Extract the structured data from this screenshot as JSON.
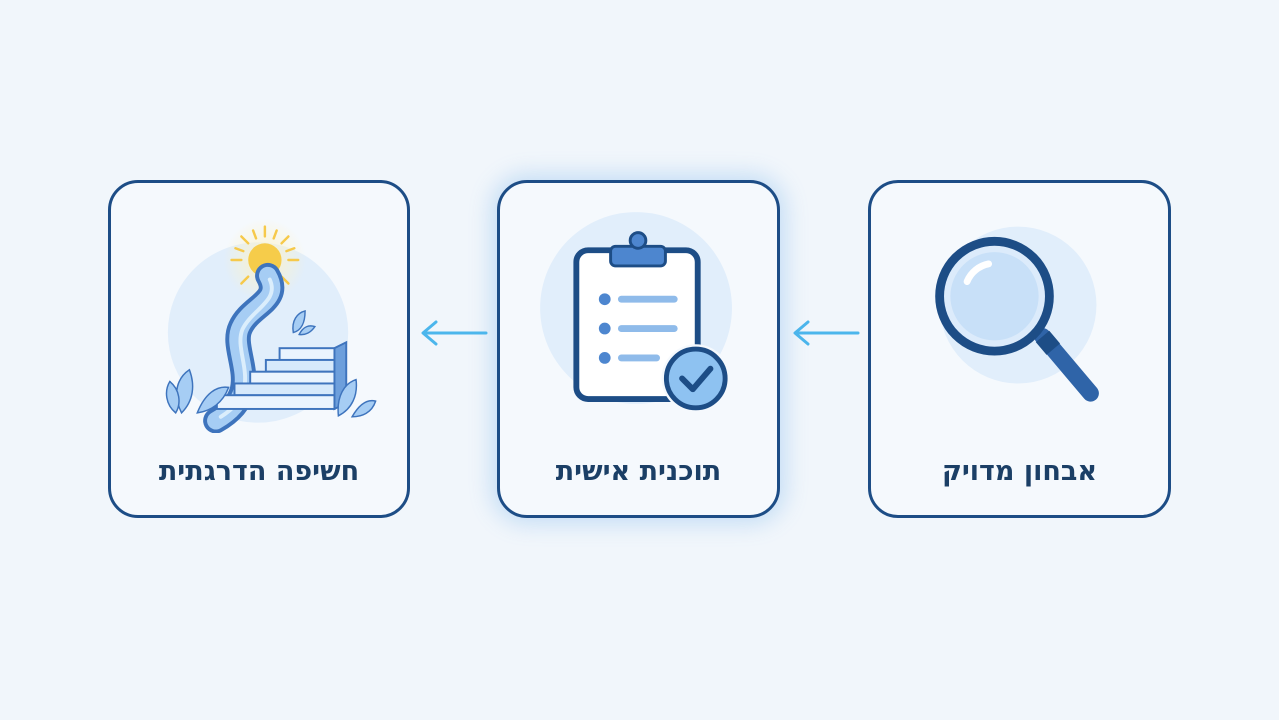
{
  "steps": [
    {
      "label": "אבחון מדויק",
      "icon": "magnifying-glass-icon"
    },
    {
      "label": "תוכנית אישית",
      "icon": "clipboard-check-icon"
    },
    {
      "label": "חשיפה הדרגתית",
      "icon": "stairway-sun-icon"
    }
  ],
  "colors": {
    "background": "#f1f6fb",
    "border": "#1d4d86",
    "text": "#1b3f66",
    "arrow": "#4cb6ec",
    "icon_dark": "#2f64a8",
    "icon_light": "#a6cdf4",
    "sun": "#f6cc4a"
  }
}
